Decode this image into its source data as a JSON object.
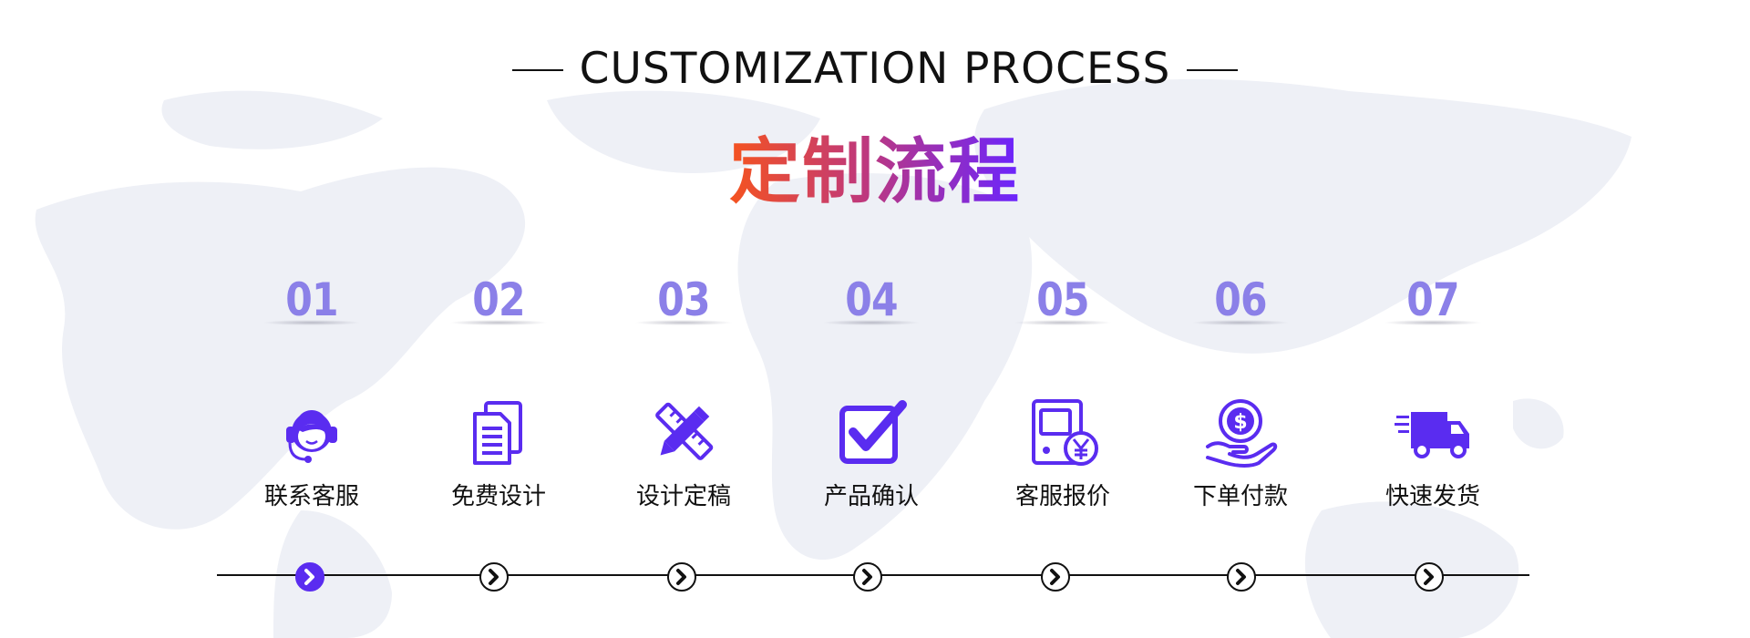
{
  "header": {
    "title_en": "CUSTOMIZATION PROCESS",
    "title_cn": "定制流程"
  },
  "colors": {
    "accent": "#5a2cf0",
    "number": "#8b80e8",
    "title_gradient_start": "#f5531f",
    "title_gradient_end": "#6a24ff"
  },
  "steps": [
    {
      "number": "01",
      "label": "联系客服",
      "icon": "headset-agent-icon",
      "active": true
    },
    {
      "number": "02",
      "label": "免费设计",
      "icon": "documents-icon",
      "active": false
    },
    {
      "number": "03",
      "label": "设计定稿",
      "icon": "pencil-ruler-icon",
      "active": false
    },
    {
      "number": "04",
      "label": "产品确认",
      "icon": "checkbox-icon",
      "active": false
    },
    {
      "number": "05",
      "label": "客服报价",
      "icon": "price-quote-icon",
      "active": false
    },
    {
      "number": "06",
      "label": "下单付款",
      "icon": "hand-coin-icon",
      "active": false
    },
    {
      "number": "07",
      "label": "快速发货",
      "icon": "delivery-truck-icon",
      "active": false
    }
  ]
}
